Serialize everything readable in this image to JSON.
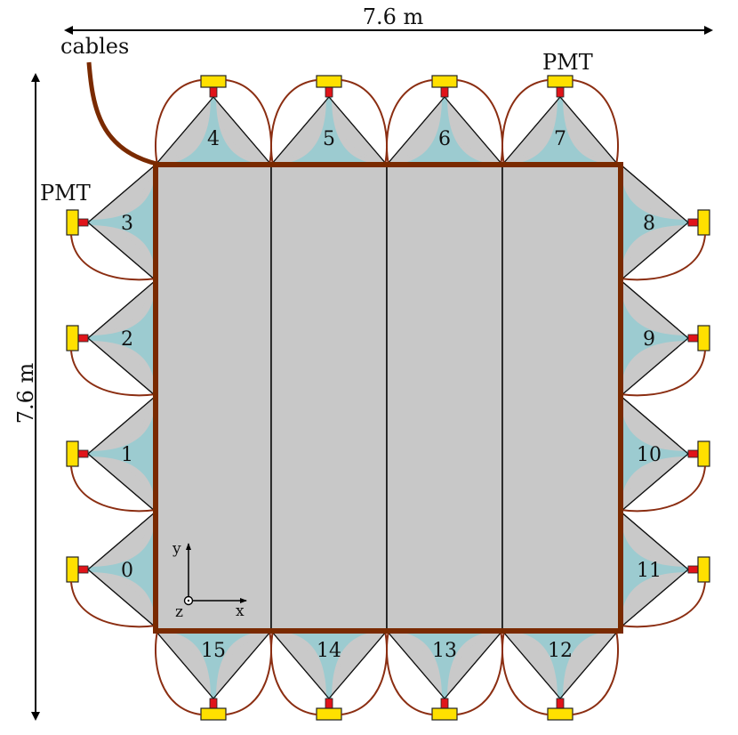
{
  "labels": {
    "width_dim": "7.6 m",
    "height_dim": "7.6 m",
    "cables": "cables",
    "pmt_top": "PMT",
    "pmt_left": "PMT"
  },
  "axes": {
    "x": "x",
    "y": "y",
    "z": "z"
  },
  "guides": {
    "top": [
      "4",
      "5",
      "6",
      "7"
    ],
    "left": [
      "3",
      "2",
      "1",
      "0"
    ],
    "right": [
      "8",
      "9",
      "10",
      "11"
    ],
    "bottom": [
      "15",
      "14",
      "13",
      "12"
    ]
  },
  "colors": {
    "panel": "#c8c8c8",
    "frame": "#7a2a00",
    "cable": "#8b2e12",
    "guide_gray": "#c9c9c9",
    "guide_teal": "#9ccbd0",
    "pmt_yellow": "#ffe000",
    "pmt_red": "#e0141a"
  }
}
